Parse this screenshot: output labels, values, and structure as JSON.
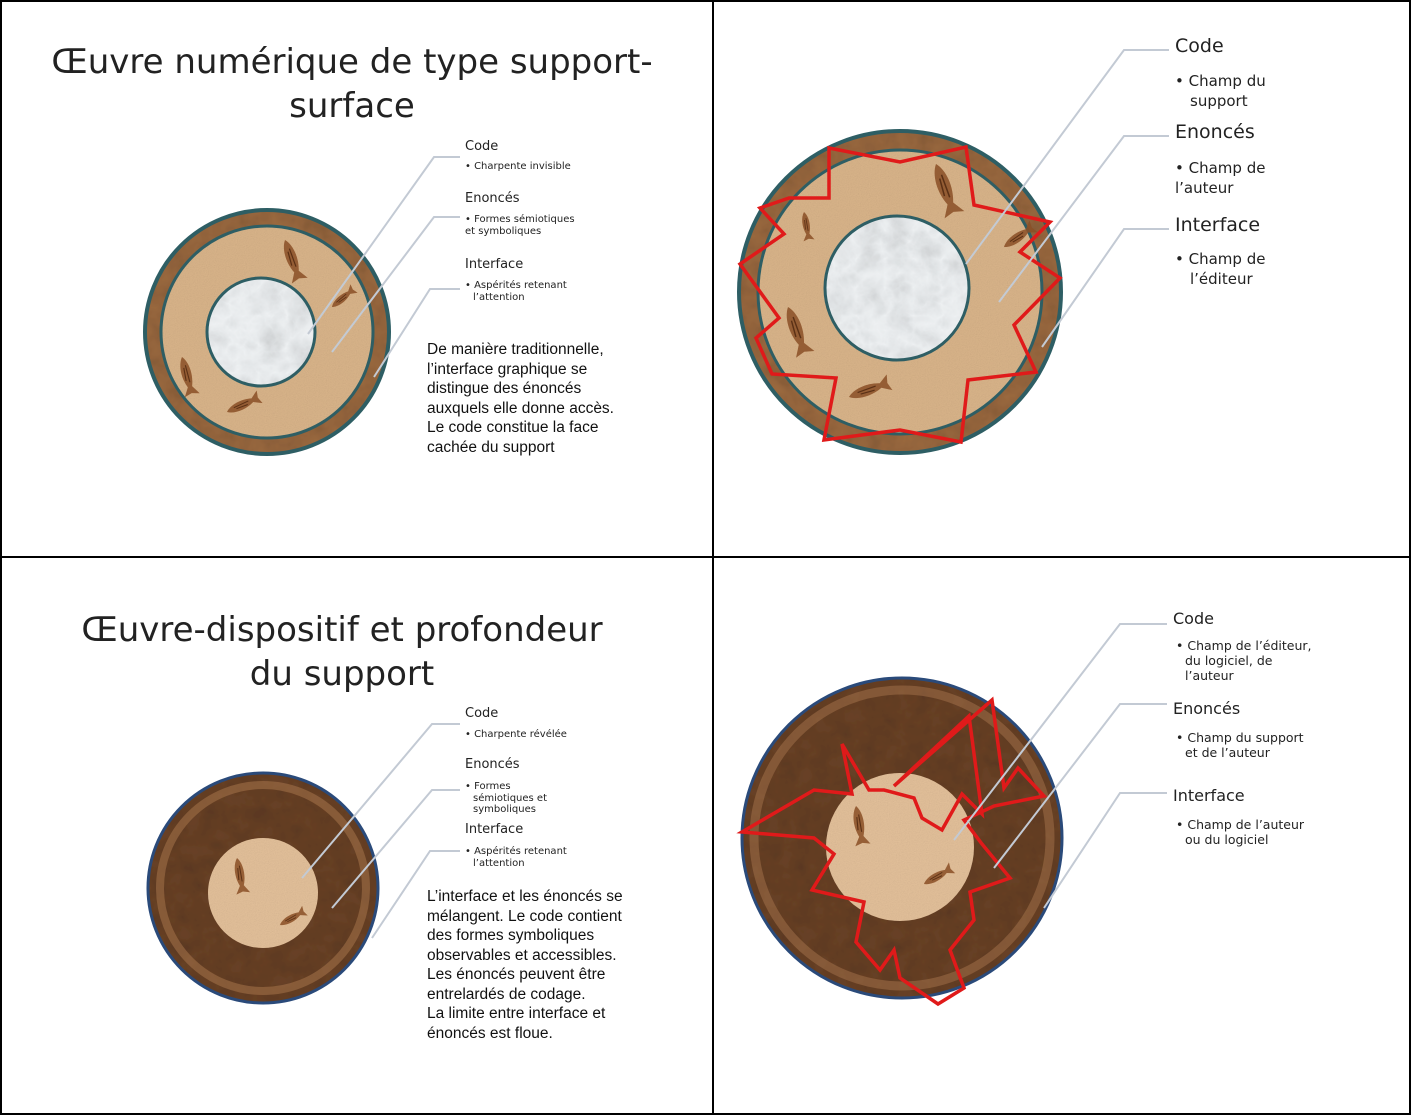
{
  "slides": [
    {
      "title_line1": "Œuvre numérique de type support-",
      "title_line2": "surface",
      "labels": [
        {
          "name": "Code",
          "bullet_lines": [
            "• Charpente invisible"
          ]
        },
        {
          "name": "Enoncés",
          "bullet_lines": [
            "• Formes sémiotiques",
            "et symboliques"
          ]
        },
        {
          "name": "Interface",
          "bullet_lines": [
            "• Aspérités retenant",
            "l’attention"
          ]
        }
      ],
      "paragraph_lines": [
        "De manière traditionnelle,",
        "l’interface graphique se",
        "distingue des énoncés",
        "auxquels elle donne accès.",
        "Le code constitue la face",
        "cachée du support"
      ]
    },
    {
      "labels": [
        {
          "name": "Code",
          "bullet_lines": [
            "• Champ du",
            "support"
          ]
        },
        {
          "name": "Enoncés",
          "bullet_lines": [
            "• Champ de",
            "l’auteur"
          ]
        },
        {
          "name": "Interface",
          "bullet_lines": [
            "• Champ de",
            "l’éditeur"
          ]
        }
      ]
    },
    {
      "title_line1": "Œuvre-dispositif et profondeur",
      "title_line2": "du support",
      "labels": [
        {
          "name": "Code",
          "bullet_lines": [
            "• Charpente révélée"
          ]
        },
        {
          "name": "Enoncés",
          "bullet_lines": [
            "• Formes",
            "sémiotiques et",
            "symboliques"
          ]
        },
        {
          "name": "Interface",
          "bullet_lines": [
            "• Aspérités retenant",
            "l’attention"
          ]
        }
      ],
      "paragraph_lines": [
        "L’interface et les énoncés se",
        "mélangent. Le code contient",
        "des formes symboliques",
        "observables et accessibles.",
        "Les énoncés peuvent être",
        "entrelardés de codage.",
        "La limite entre interface et",
        "énoncés est floue."
      ]
    },
    {
      "labels": [
        {
          "name": "Code",
          "bullet_lines": [
            "• Champ de l’éditeur,",
            "du logiciel, de",
            "l’auteur"
          ]
        },
        {
          "name": "Enoncés",
          "bullet_lines": [
            "• Champ du support",
            "et de l’auteur"
          ]
        },
        {
          "name": "Interface",
          "bullet_lines": [
            "• Champ de l’auteur",
            "ou du logiciel"
          ]
        }
      ]
    }
  ],
  "colors": {
    "ring_border_teal": "#2e5e64",
    "ring_border_blue": "#2a4a7a",
    "sand": "#d9b48a",
    "crumpled_light": "#8a5a35",
    "crumpled_dark": "#4a2e1a",
    "marble": "#e8ecee",
    "star_red": "#e01a1a",
    "callout_line": "#c3cad4"
  }
}
